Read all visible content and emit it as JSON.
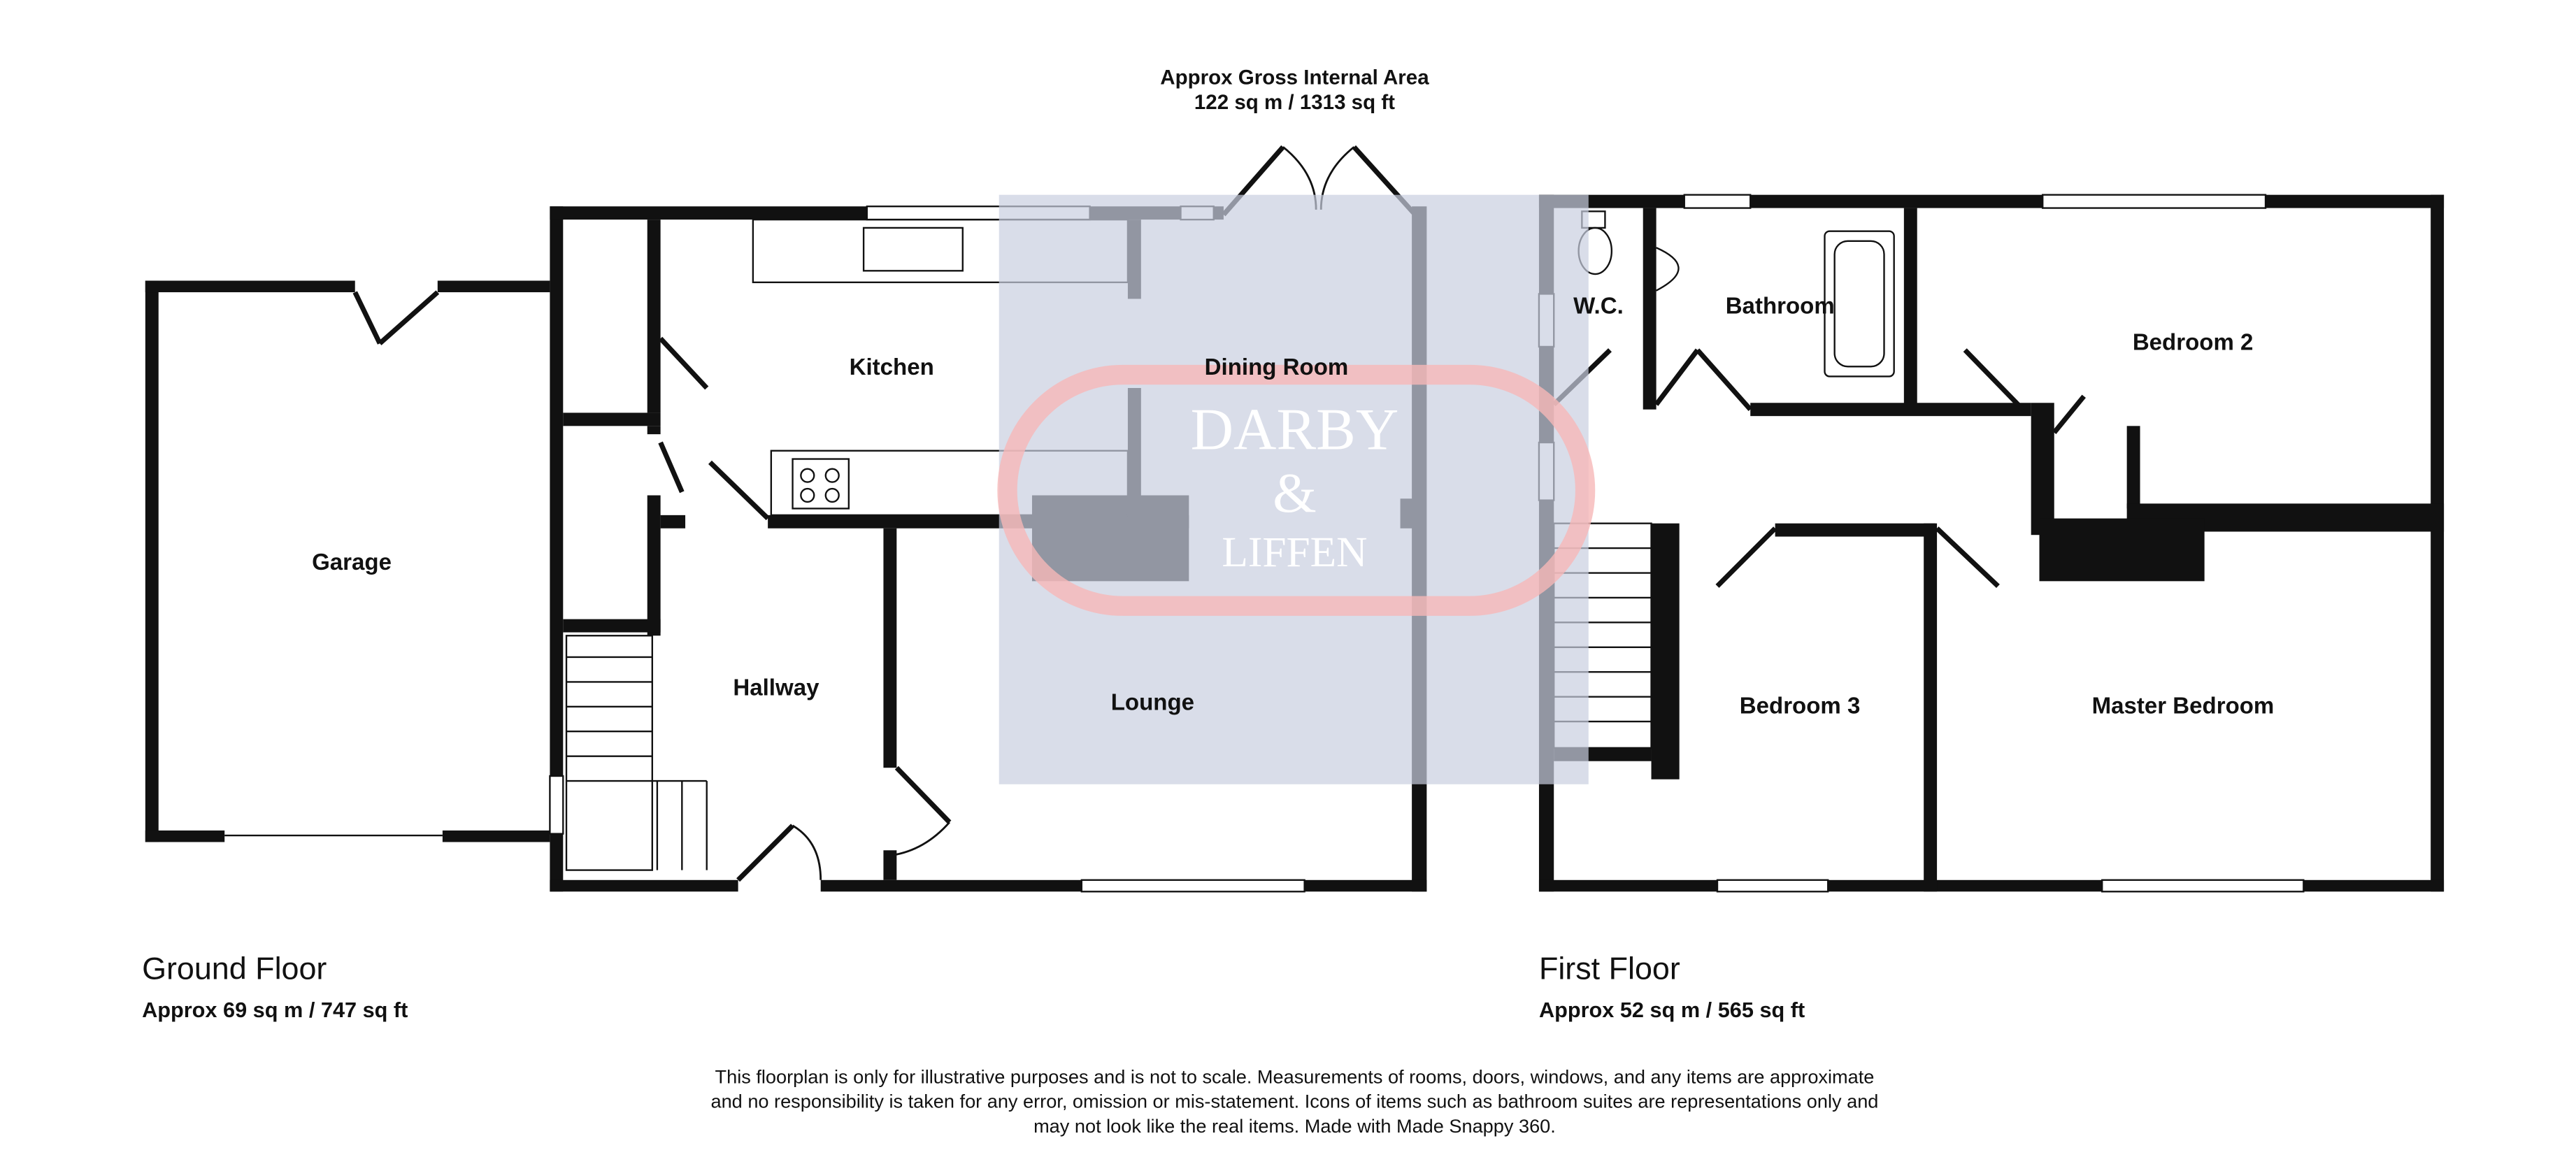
{
  "header": {
    "line1": "Approx Gross Internal Area",
    "line2": "122 sq m / 1313 sq ft"
  },
  "ground_floor": {
    "title": "Ground Floor",
    "area": "Approx 69 sq m / 747 sq ft",
    "rooms": {
      "garage": "Garage",
      "kitchen": "Kitchen",
      "dining": "Dining Room",
      "hallway": "Hallway",
      "lounge": "Lounge"
    }
  },
  "first_floor": {
    "title": "First Floor",
    "area": "Approx 52 sq m / 565 sq ft",
    "rooms": {
      "wc": "W.C.",
      "bathroom": "Bathroom",
      "bedroom2": "Bedroom 2",
      "bedroom3": "Bedroom 3",
      "master": "Master Bedroom"
    }
  },
  "watermark": {
    "line1": "DARBY",
    "line2": "&",
    "line3": "LIFFEN"
  },
  "disclaimer": [
    "This floorplan is only for illustrative purposes and is not to scale. Measurements of rooms, doors, windows, and any items are approximate",
    "and no responsibility is taken for any error, omission or mis-statement. Icons of items such as bathroom suites are representations only and",
    "may not look like the real items. Made with Made Snappy 360."
  ],
  "colors": {
    "wall": "#111111",
    "watermark_box": "#c9cee0",
    "watermark_ring": "#f6b8b8"
  }
}
